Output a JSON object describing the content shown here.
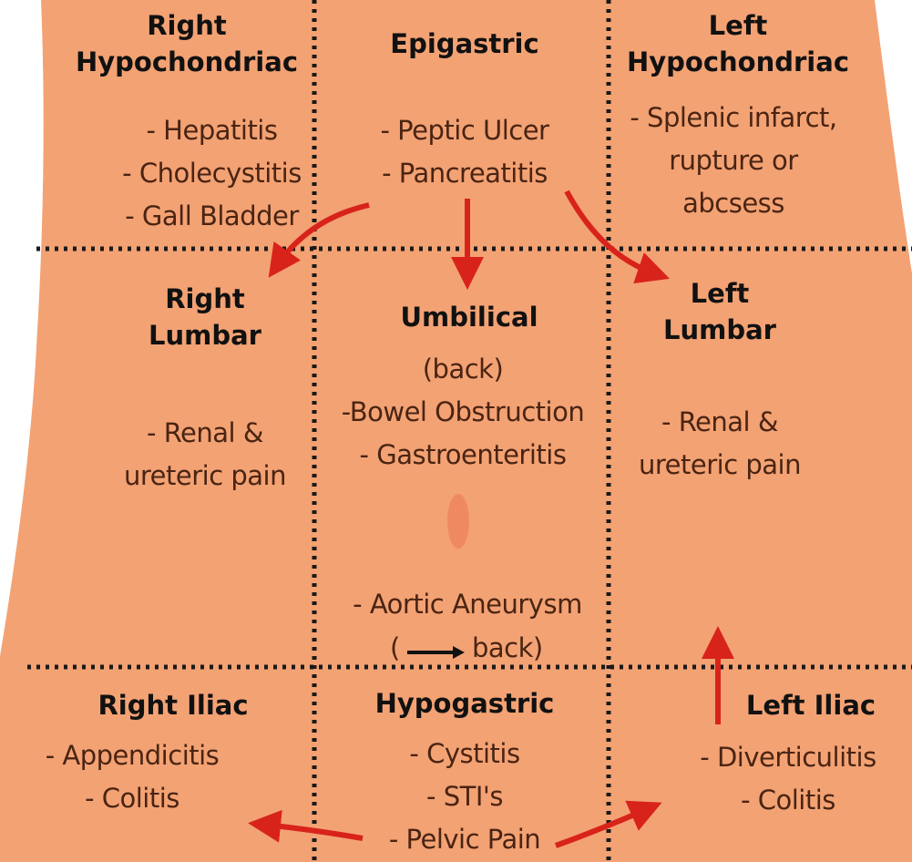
{
  "colors": {
    "skin": "#f3a274",
    "skin_dark": "#ec9460",
    "text": "#4a2412",
    "heading": "#111111",
    "arrow": "#d8231b",
    "divider": "#1a1a1a"
  },
  "regions": {
    "right_hypochondriac": {
      "title": [
        "Right",
        "Hypochondriac"
      ],
      "items": [
        "- Hepatitis",
        "- Cholecystitis",
        "- Gall Bladder"
      ]
    },
    "epigastric": {
      "title": [
        "Epigastric"
      ],
      "items": [
        "- Peptic Ulcer",
        "- Pancreatitis"
      ]
    },
    "left_hypochondriac": {
      "title": [
        "Left",
        "Hypochondriac"
      ],
      "items": [
        "- Splenic infarct,",
        "rupture or",
        "abcsess"
      ]
    },
    "right_lumbar": {
      "title": [
        "Right",
        "Lumbar"
      ],
      "items": [
        "- Renal &",
        "ureteric pain"
      ]
    },
    "umbilical": {
      "title": [
        "Umbilical"
      ],
      "items": [
        "(back)",
        "-Bowel Obstruction",
        "- Gastroenteritis"
      ],
      "items2": [
        "- Aortic Aneurysm",
        "back)"
      ]
    },
    "left_lumbar": {
      "title": [
        "Left",
        "Lumbar"
      ],
      "items": [
        "- Renal &",
        "ureteric pain"
      ]
    },
    "right_iliac": {
      "title": [
        "Right Iliac"
      ],
      "items": [
        "- Appendicitis",
        "- Colitis"
      ]
    },
    "hypogastric": {
      "title": [
        "Hypogastric"
      ],
      "items": [
        "- Cystitis",
        "- STI's",
        "- Pelvic Pain"
      ]
    },
    "left_iliac": {
      "title": [
        "Left Iliac"
      ],
      "items": [
        "- Diverticulitis",
        "- Colitis"
      ]
    }
  }
}
